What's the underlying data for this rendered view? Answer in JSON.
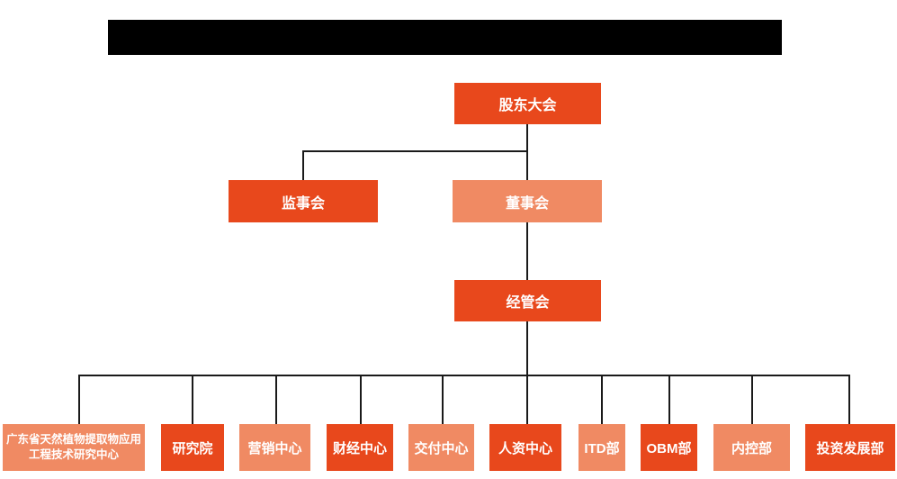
{
  "colors": {
    "primary": "#E8481C",
    "secondary": "#F08A63",
    "line": "#1A1A1A",
    "redaction": "#000000",
    "text": "#FFFFFF"
  },
  "redacted_title_bar": {
    "note": "blacked-out title area, no visible text"
  },
  "org_chart": {
    "level1": {
      "label": "股东大会",
      "variant": "primary"
    },
    "level2": [
      {
        "label": "监事会",
        "variant": "primary"
      },
      {
        "label": "董事会",
        "variant": "secondary"
      }
    ],
    "level3": {
      "label": "经管会",
      "variant": "primary"
    },
    "level4": [
      {
        "label": "广东省天然植物提取物应用工程技术研究中心",
        "variant": "secondary"
      },
      {
        "label": "研究院",
        "variant": "primary"
      },
      {
        "label": "营销中心",
        "variant": "secondary"
      },
      {
        "label": "财经中心",
        "variant": "primary"
      },
      {
        "label": "交付中心",
        "variant": "secondary"
      },
      {
        "label": "人资中心",
        "variant": "primary"
      },
      {
        "label": "ITD部",
        "variant": "secondary"
      },
      {
        "label": "OBM部",
        "variant": "primary"
      },
      {
        "label": "内控部",
        "variant": "secondary"
      },
      {
        "label": "投资发展部",
        "variant": "primary"
      }
    ]
  }
}
